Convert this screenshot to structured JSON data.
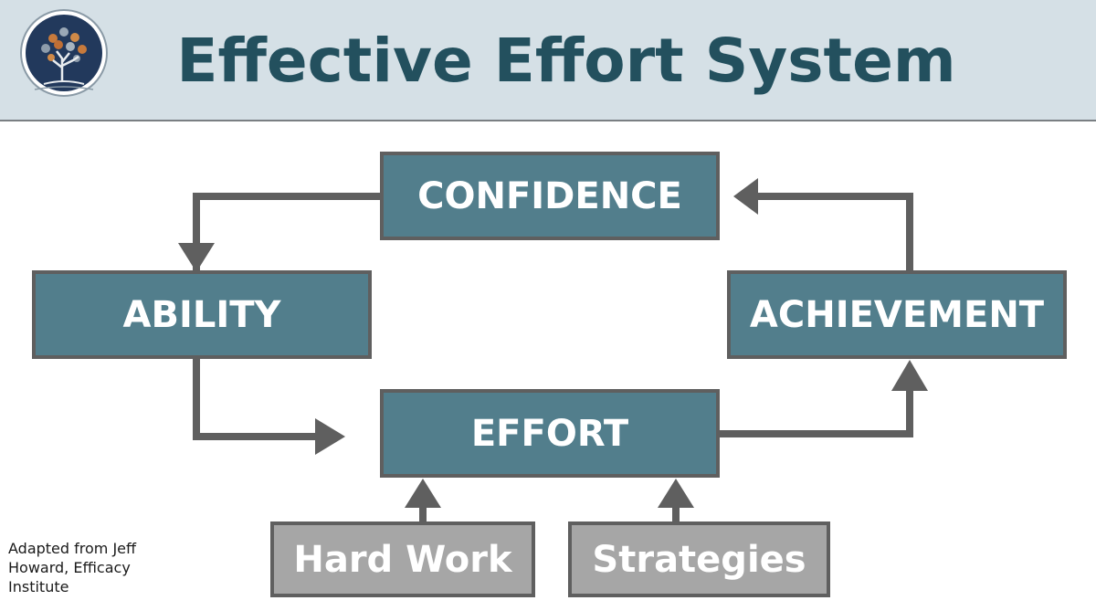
{
  "header": {
    "title": "Effective Effort System",
    "logo": "tree-logo"
  },
  "nodes": {
    "confidence": "CONFIDENCE",
    "ability": "ABILITY",
    "achievement": "ACHIEVEMENT",
    "effort": "EFFORT",
    "hard_work": "Hard Work",
    "strategies": "Strategies"
  },
  "edges": [
    {
      "from": "confidence",
      "to": "ability"
    },
    {
      "from": "ability",
      "to": "effort"
    },
    {
      "from": "effort",
      "to": "achievement"
    },
    {
      "from": "achievement",
      "to": "confidence"
    },
    {
      "from": "hard_work",
      "to": "effort"
    },
    {
      "from": "strategies",
      "to": "effort"
    }
  ],
  "credit": "Adapted from Jeff Howard, Efficacy Institute",
  "colors": {
    "header_bg": "#d5e0e6",
    "title": "#23505e",
    "main_box": "#527e8c",
    "input_box": "#a6a6a6",
    "connector": "#5f5f5f"
  }
}
